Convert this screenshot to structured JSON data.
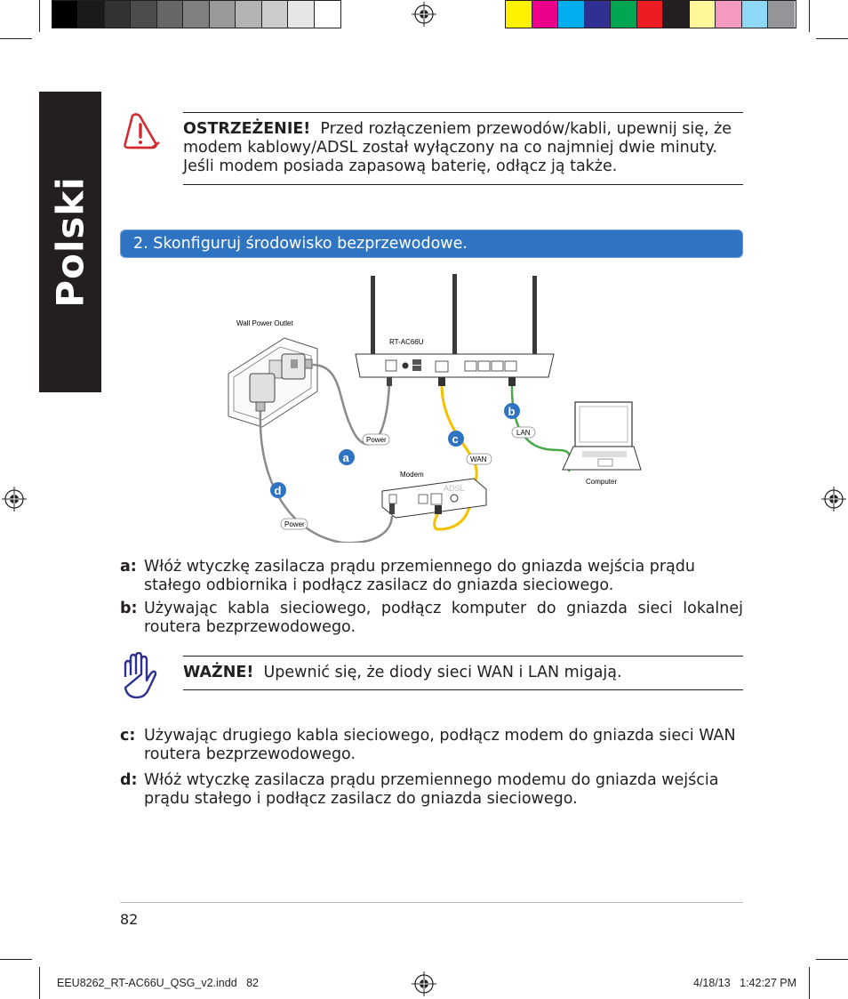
{
  "sidebar": {
    "language": "Polski"
  },
  "warning": {
    "label": "OSTRZEŻENIE!",
    "line1": "Przed rozłączeniem przewodów/kabli, upewnij się, że",
    "line2": "modem kablowy/ADSL został wyłączony na co najmniej dwie minuty.",
    "line3": "Jeśli modem posiada zapasową baterię, odłącz ją także."
  },
  "step": {
    "text": "2.  Skonfiguruj środowisko bezprzewodowe."
  },
  "diagram": {
    "wall_outlet": "Wall Power Outlet",
    "router_model": "RT-AC66U",
    "power_a": "Power",
    "power_d": "Power",
    "modem": "Modem",
    "modem_brand": "ADSL",
    "wan": "WAN",
    "lan": "LAN",
    "computer": "Computer",
    "marker_a": "a",
    "marker_b": "b",
    "marker_c": "c",
    "marker_d": "d"
  },
  "instructions": {
    "a": {
      "letter": "a:",
      "line1": "Włóż wtyczkę zasilacza prądu przemiennego do gniazda wejścia prądu",
      "line2": "stałego odbiornika i podłącz zasilacz do gniazda sieciowego."
    },
    "b": {
      "letter": "b:",
      "line1": "Używając kabla sieciowego, podłącz komputer do gniazda sieci lokalnej",
      "line2": "routera bezprzewodowego."
    },
    "c": {
      "letter": "c:",
      "line1": "Używając drugiego kabla sieciowego, podłącz modem do gniazda sieci WAN",
      "line2": "routera bezprzewodowego."
    },
    "d": {
      "letter": "d:",
      "line1": "Włóż wtyczkę zasilacza prądu przemiennego modemu do gniazda wejścia",
      "line2": "prądu stałego i podłącz zasilacz do gniazda sieciowego."
    }
  },
  "important": {
    "label": "WAŻNE!",
    "text": "Upewnić się, że diody sieci WAN i LAN migają."
  },
  "footer": {
    "page_number": "82",
    "file": "EEU8262_RT-AC66U_QSG_v2.indd   82",
    "date": "4/18/13   1:42:27 PM"
  },
  "colors": {
    "grays": [
      "#000000",
      "#1a1a1a",
      "#333333",
      "#4d4d4d",
      "#666666",
      "#808080",
      "#999999",
      "#b3b3b3",
      "#cccccc",
      "#e6e6e6",
      "#ffffff"
    ],
    "process": [
      "#fff200",
      "#ec008c",
      "#00aeef",
      "#2e3192",
      "#00a651",
      "#ed1c24",
      "#231f20",
      "#fff799",
      "#f49ac1",
      "#8ed8f8",
      "#939598"
    ],
    "step_blue": "#2f73c3",
    "warning_red": "#d12a2f",
    "important_blue": "#2e3192",
    "marker_blue": "#2f73c3",
    "wan_cable": "#f2c200",
    "lan_cable": "#4aa84a"
  }
}
